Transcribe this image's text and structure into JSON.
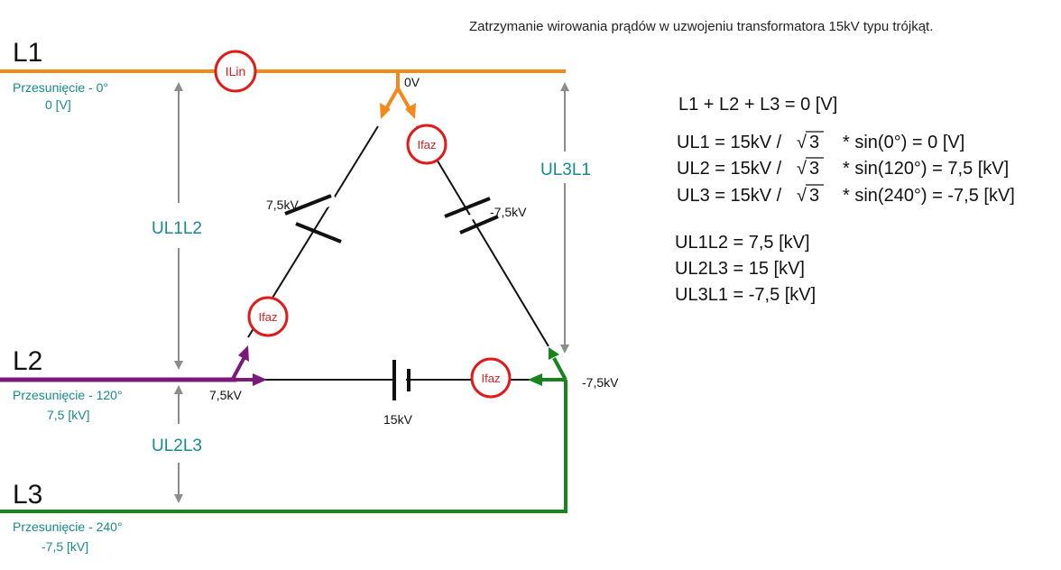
{
  "title": "Zatrzymanie wirowania prądów w uzwojeniu transformatora 15kV typu trójkąt.",
  "lines": {
    "l1": {
      "name": "L1",
      "shift": "Przesunięcie - 0°",
      "voltage": "0 [V]",
      "color": "#f18a1a"
    },
    "l2": {
      "name": "L2",
      "shift": "Przesunięcie - 120°",
      "voltage": "7,5 [kV]",
      "color": "#7b1a7b"
    },
    "l3": {
      "name": "L3",
      "shift": "Przesunięcie - 240°",
      "voltage": "-7,5 [kV]",
      "color": "#18841e"
    }
  },
  "arrows": {
    "ul1l2": "UL1L2",
    "ul2l3": "UL2L3",
    "ul3l1": "UL3L1"
  },
  "nodes": {
    "top": "0V",
    "left": "7,5kV",
    "right": "-7,5kV"
  },
  "batteries": {
    "left": "7,5kV",
    "right": "-7,5kV",
    "bottom": "15kV"
  },
  "meters": {
    "line": "ILin",
    "phase": "Ifaz"
  },
  "equations": {
    "sum": "L1 + L2 + L3 = 0 [V]",
    "ul1_pre": "UL1 = 15kV /",
    "ul1_post": "* sin(0°) = 0 [V]",
    "ul2_pre": "UL2 = 15kV /",
    "ul2_post": "* sin(120°) = 7,5 [kV]",
    "ul3_pre": "UL3 = 15kV /",
    "ul3_post": "* sin(240°) = -7,5 [kV]",
    "sqrt_sign": "√",
    "sqrt_arg": "3",
    "r1": "UL1L2 = 7,5 [kV]",
    "r2": "UL2L3 = 15 [kV]",
    "r3": "UL3L1 = -7,5 [kV]"
  },
  "colors": {
    "teal": "#168a8a",
    "meter_red": "#e01b1b",
    "meter_text": "#d42020",
    "gray": "#8c8c8c",
    "wire": "#111111"
  }
}
